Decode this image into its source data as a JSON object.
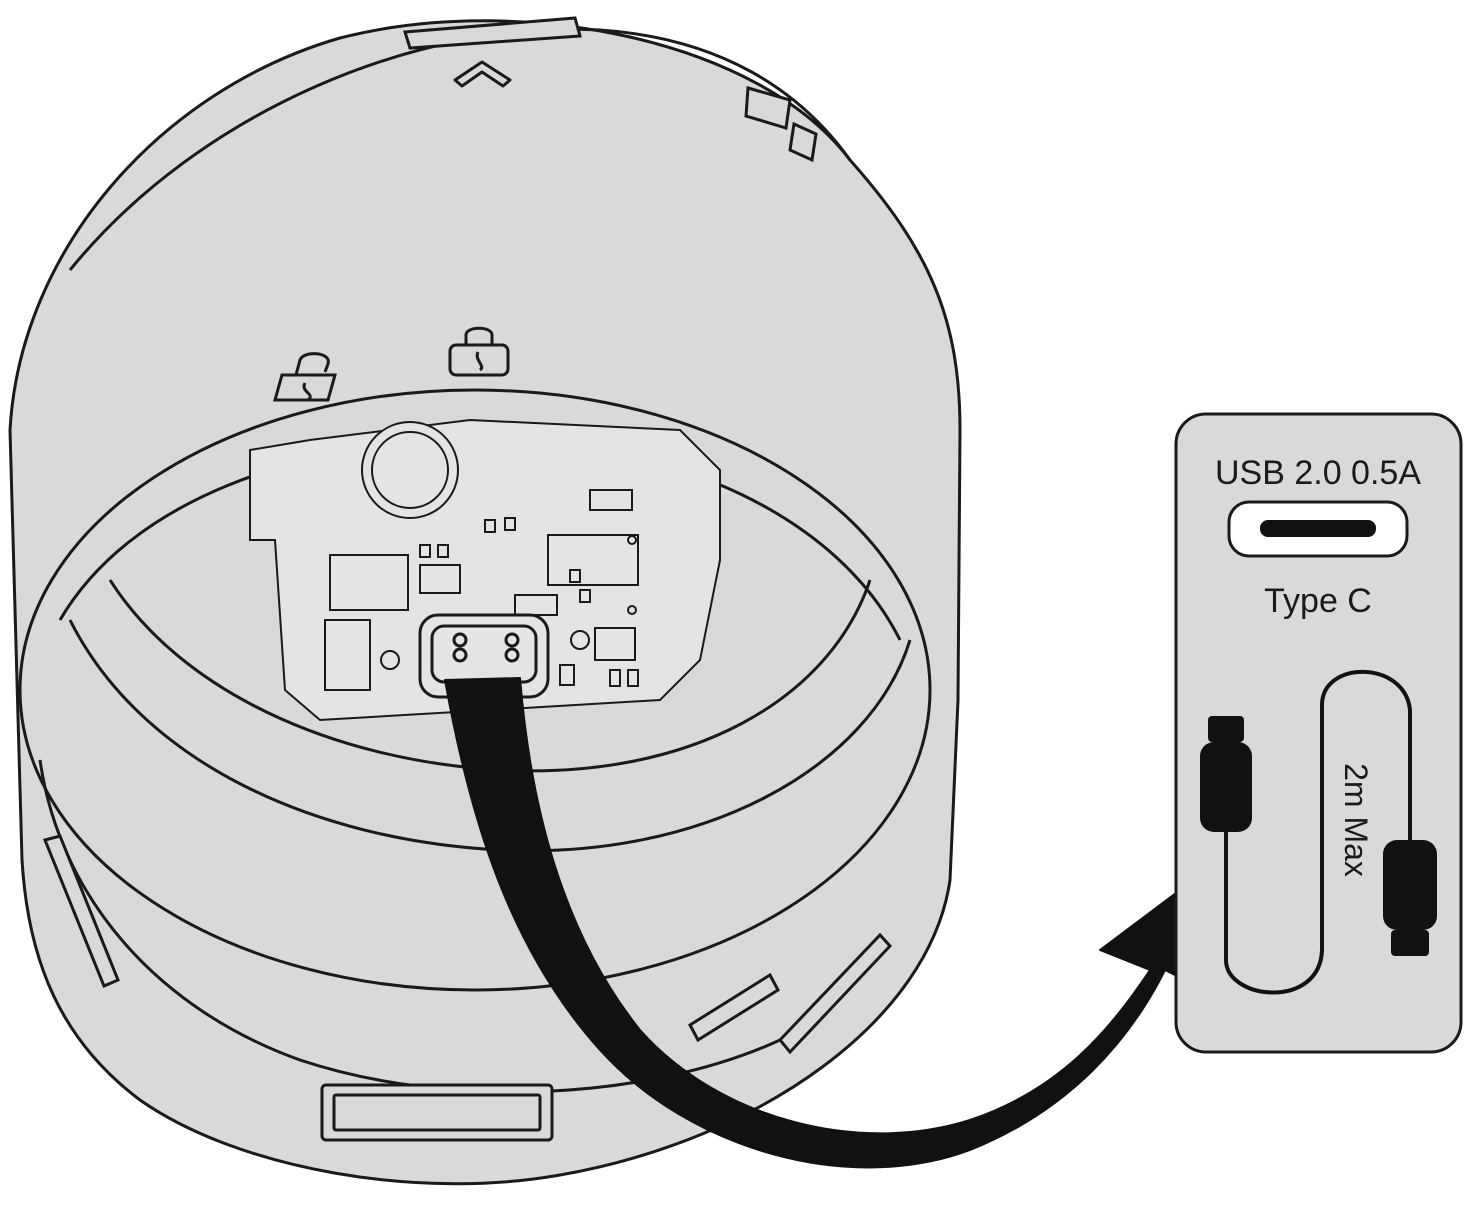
{
  "colors": {
    "outline": "#1a1a1a",
    "housing_fill": "#d9d9d9",
    "panel_fill": "#d9d9d9",
    "pcb_fill": "#e4e4e4",
    "cable": "#111111",
    "background": "#ffffff"
  },
  "icons": {
    "lock_locked": "lock-closed-icon",
    "lock_unlocked": "lock-open-icon",
    "arrow_up": "chevron-up-icon",
    "usb_port": "usb-c-port-icon",
    "cable": "usb-c-cable-icon"
  },
  "spec_panel": {
    "usb_spec": "USB 2.0 0.5A",
    "port_type": "Type C",
    "cable_length": "2m Max"
  }
}
